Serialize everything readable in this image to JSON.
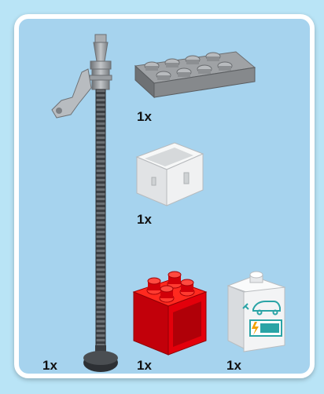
{
  "parts": [
    {
      "id": "hose-with-nozzle",
      "qty": "1x",
      "color": "#8f9498"
    },
    {
      "id": "duplo-2x4-plate",
      "qty": "1x",
      "color": "#8d8f91"
    },
    {
      "id": "duplo-box-white",
      "qty": "1x",
      "color": "#eceeef"
    },
    {
      "id": "duplo-2x2-red-container",
      "qty": "1x",
      "color": "#e3000b"
    },
    {
      "id": "duplo-ev-charger-brick",
      "qty": "1x",
      "color": "#f2f3f3",
      "icon": "electric-car-charging-icon",
      "icon_color": "#2aa4a6"
    }
  ],
  "colors": {
    "page_bg": "#b9e4f6",
    "panel_bg": "#a6d3ee",
    "panel_border": "#ffffff"
  }
}
